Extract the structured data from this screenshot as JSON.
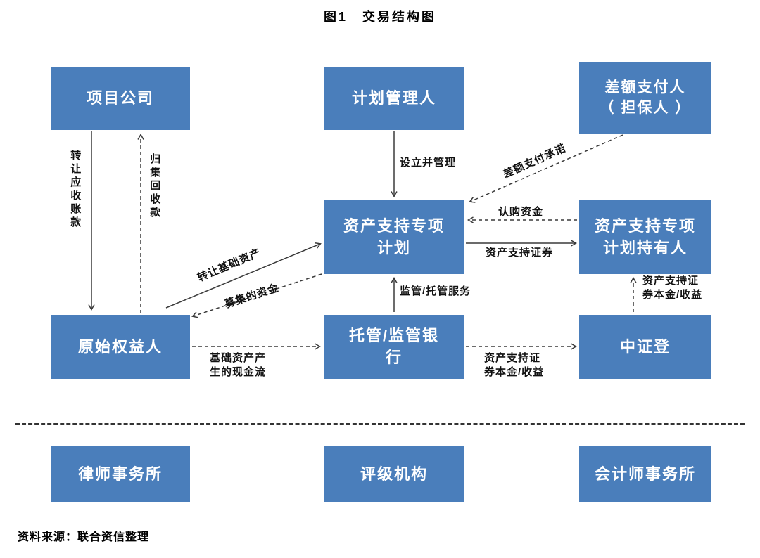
{
  "title": "图1　交易结构图",
  "source": "资料来源：联合资信整理",
  "colors": {
    "box_fill": "#4a7ebb",
    "box_text": "#ffffff",
    "line": "#3a3a3a"
  },
  "nodes": {
    "project_company": "项目公司",
    "plan_manager": "计划管理人",
    "difference_payer_line1": "差额支付人",
    "difference_payer_line2": "（ 担保人 ）",
    "spv_line1": "资产支持专项",
    "spv_line2": "计划",
    "holders_line1": "资产支持专项",
    "holders_line2": "计划持有人",
    "originator": "原始权益人",
    "custodian_line1": "托管/监管银",
    "custodian_line2": "行",
    "csdc": "中证登",
    "law_firm": "律师事务所",
    "rating_agency": "评级机构",
    "accounting_firm": "会计师事务所"
  },
  "edges": {
    "transfer_receivables": "转让应收账款",
    "collect_recovery": "归集回收款",
    "setup_manage": "设立并管理",
    "difference_payment_commitment": "差额支付承诺",
    "subscription_funds": "认购资金",
    "abs_securities": "资产支持证券",
    "transfer_underlying_assets": "转让基础资产",
    "raised_funds": "募集的资金",
    "custody_service": "监管/托管服务",
    "cashflow_line1": "基础资产产",
    "cashflow_line2": "生的现金流",
    "principal_income_mid_line1": "资产支持证",
    "principal_income_mid_line2": "券本金/收益",
    "principal_income_right_line1": "资产支持证",
    "principal_income_right_line2": "券本金/收益"
  }
}
